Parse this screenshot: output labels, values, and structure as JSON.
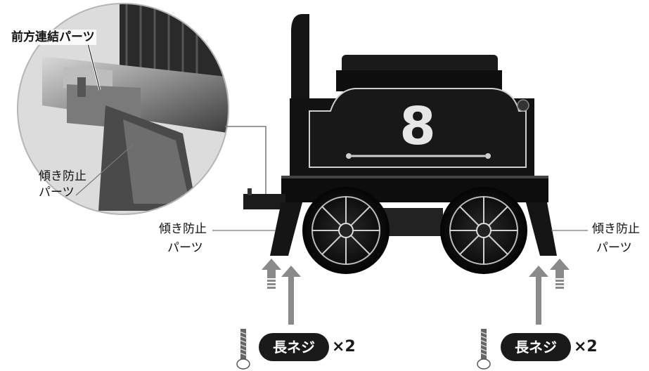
{
  "callout_title": "前方連結パーツ",
  "inset_label": "傾き防止\nパーツ",
  "left_label_line1": "傾き防止",
  "left_label_line2": "パーツ",
  "right_label_line1": "傾き防止",
  "right_label_line2": "パーツ",
  "number": "8",
  "screw_badges": [
    {
      "text": "長ネジ",
      "times": "×2"
    },
    {
      "text": "長ネジ",
      "times": "×2"
    }
  ],
  "colors": {
    "train_body": "#121212",
    "trim": "#cfcfcf",
    "arrow": "#8a8a8a",
    "badge": "#1a1a1a"
  }
}
